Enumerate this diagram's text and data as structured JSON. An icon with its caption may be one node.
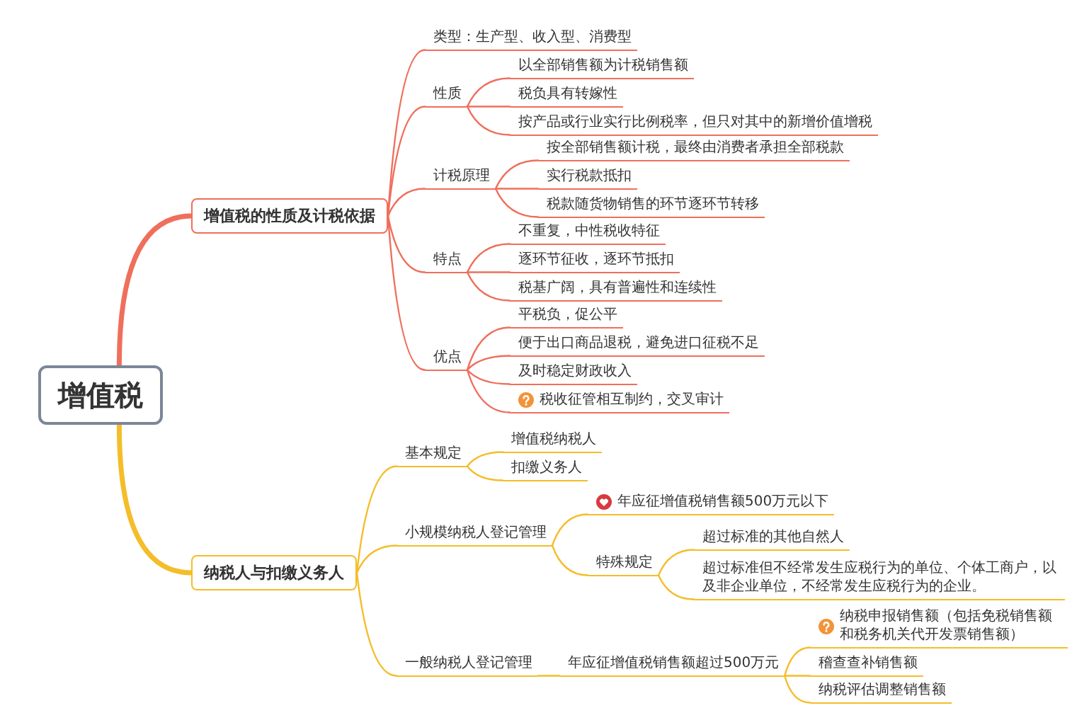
{
  "diagram": {
    "nodes": [
      {
        "text": [
          "增值税"
        ]
      },
      {
        "text": [
          "增值税的性质及计税依据"
        ]
      },
      {
        "text": [
          "类型：生产型、收入型、消费型"
        ]
      },
      {
        "text": [
          "性质"
        ]
      },
      {
        "text": [
          "以全部销售额为计税销售额"
        ]
      },
      {
        "text": [
          "税负具有转嫁性"
        ]
      },
      {
        "text": [
          "按产品或行业实行比例税率，但只对其中的新增价值增税"
        ]
      },
      {
        "text": [
          "计税原理"
        ]
      },
      {
        "text": [
          "按全部销售额计税，最终由消费者承担全部税款"
        ]
      },
      {
        "text": [
          "实行税款抵扣"
        ]
      },
      {
        "text": [
          "税款随货物销售的环节逐环节转移"
        ]
      },
      {
        "text": [
          "特点"
        ]
      },
      {
        "text": [
          "不重复，中性税收特征"
        ]
      },
      {
        "text": [
          "逐环节征收，逐环节抵扣"
        ]
      },
      {
        "text": [
          "税基广阔，具有普遍性和连续性"
        ]
      },
      {
        "text": [
          "优点"
        ]
      },
      {
        "text": [
          "平税负，促公平"
        ]
      },
      {
        "text": [
          "便于出口商品退税，避免进口征税不足"
        ]
      },
      {
        "text": [
          "及时稳定财政收入"
        ]
      },
      {
        "text": [
          "税收征管相互制约，交叉审计"
        ]
      },
      {
        "text": [
          "纳税人与扣缴义务人"
        ]
      },
      {
        "text": [
          "基本规定"
        ]
      },
      {
        "text": [
          "增值税纳税人"
        ]
      },
      {
        "text": [
          "扣缴义务人"
        ]
      },
      {
        "text": [
          "小规模纳税人登记管理"
        ]
      },
      {
        "text": [
          "年应征增值税销售额500万元以下"
        ]
      },
      {
        "text": [
          "特殊规定"
        ]
      },
      {
        "text": [
          "超过标准的其他自然人"
        ]
      },
      {
        "text": [
          "超过标准但不经常发生应税行为的单位、个体工商户，以及非企业单位，不经常发生应税行为的企业。"
        ]
      },
      {
        "text": [
          "一般纳税人登记管理"
        ]
      },
      {
        "text": [
          "年应征增值税销售额超过500万元"
        ]
      },
      {
        "text": [
          "纳税申报销售额（包括免税销售额和税务机关代开发票销售额）"
        ]
      },
      {
        "text": [
          "稽查查补销售额"
        ]
      },
      {
        "text": [
          "纳税评估调整销售额"
        ]
      }
    ],
    "edges": [
      {
        "from": 0,
        "to": 1,
        "arrow": "none",
        "style": "thick"
      },
      {
        "from": 1,
        "to": 2,
        "arrow": "none"
      },
      {
        "from": 1,
        "to": 3,
        "arrow": "none"
      },
      {
        "from": 3,
        "to": 4,
        "arrow": "none"
      },
      {
        "from": 3,
        "to": 5,
        "arrow": "none"
      },
      {
        "from": 3,
        "to": 6,
        "arrow": "none"
      },
      {
        "from": 1,
        "to": 7,
        "arrow": "none"
      },
      {
        "from": 7,
        "to": 8,
        "arrow": "none"
      },
      {
        "from": 7,
        "to": 9,
        "arrow": "none"
      },
      {
        "from": 7,
        "to": 10,
        "arrow": "none"
      },
      {
        "from": 1,
        "to": 11,
        "arrow": "none"
      },
      {
        "from": 11,
        "to": 12,
        "arrow": "none"
      },
      {
        "from": 11,
        "to": 13,
        "arrow": "none"
      },
      {
        "from": 11,
        "to": 14,
        "arrow": "none"
      },
      {
        "from": 1,
        "to": 15,
        "arrow": "none"
      },
      {
        "from": 15,
        "to": 16,
        "arrow": "none"
      },
      {
        "from": 15,
        "to": 17,
        "arrow": "none"
      },
      {
        "from": 15,
        "to": 18,
        "arrow": "none"
      },
      {
        "from": 15,
        "to": 19,
        "arrow": "none"
      },
      {
        "from": 0,
        "to": 20,
        "arrow": "none",
        "style": "thick",
        "color": "#f4bd2a"
      },
      {
        "from": 20,
        "to": 21,
        "arrow": "none",
        "color": "#f4bd2a"
      },
      {
        "from": 21,
        "to": 22,
        "arrow": "none",
        "color": "#f4bd2a"
      },
      {
        "from": 21,
        "to": 23,
        "arrow": "none",
        "color": "#f4bd2a"
      },
      {
        "from": 20,
        "to": 24,
        "arrow": "none",
        "color": "#f4bd2a"
      },
      {
        "from": 24,
        "to": 25,
        "arrow": "none",
        "color": "#f4bd2a"
      },
      {
        "from": 24,
        "to": 26,
        "arrow": "none",
        "color": "#f4bd2a"
      },
      {
        "from": 26,
        "to": 27,
        "arrow": "none",
        "color": "#f4bd2a"
      },
      {
        "from": 26,
        "to": 28,
        "arrow": "none",
        "color": "#f4bd2a"
      },
      {
        "from": 20,
        "to": 29,
        "arrow": "none",
        "color": "#f4bd2a"
      },
      {
        "from": 29,
        "to": 30,
        "arrow": "none",
        "color": "#f4bd2a"
      },
      {
        "from": 30,
        "to": 31,
        "arrow": "none",
        "color": "#f4bd2a"
      },
      {
        "from": 30,
        "to": 32,
        "arrow": "none",
        "color": "#f4bd2a"
      },
      {
        "from": 30,
        "to": 33,
        "arrow": "none",
        "color": "#f4bd2a"
      }
    ]
  }
}
